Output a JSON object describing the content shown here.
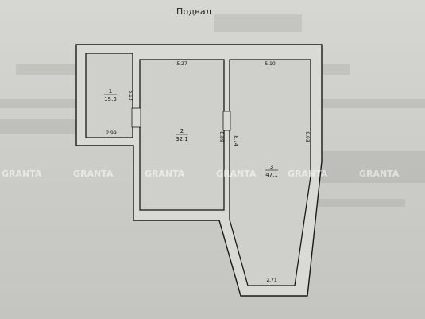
{
  "title": "Подвал",
  "watermark": "GRANTA",
  "rooms": [
    {
      "number": "1",
      "area": "15.3"
    },
    {
      "number": "2",
      "area": "32.1"
    },
    {
      "number": "3",
      "area": "47.1"
    }
  ],
  "dimensions": {
    "room1_width": "2.99",
    "room1_height": "5.13",
    "room2_top": "5.27",
    "room2_height": "8.89",
    "room3_top": "5.10",
    "room3_left": "8.74",
    "room3_right": "9.93",
    "room3_bottom": "2.71"
  },
  "colors": {
    "paper": "#cfcfcb",
    "wall": "#1a1a1a"
  }
}
